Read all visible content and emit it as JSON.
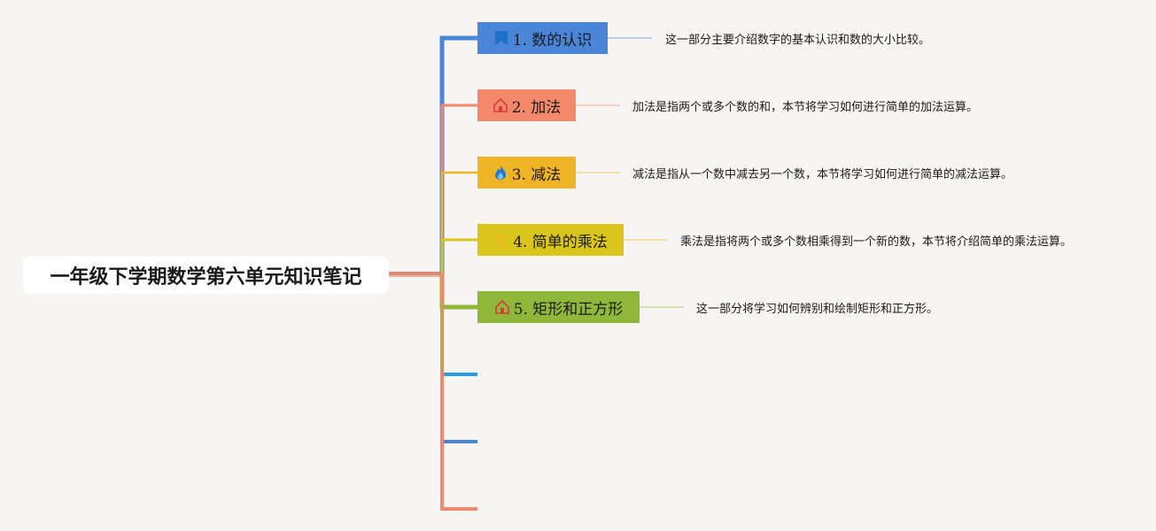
{
  "root": {
    "label": "一年级下学期数学第六单元知识笔记"
  },
  "topics": [
    {
      "label": "1. 数的认识",
      "icon": "bookmark-icon",
      "color": "#4a85d8",
      "note": "这一部分主要介绍数字的基本认识和数的大小比较。"
    },
    {
      "label": "2. 加法",
      "icon": "house-icon",
      "color": "#f3896a",
      "note": "加法是指两个或多个数的和，本节将学习如何进行简单的加法运算。"
    },
    {
      "label": "3. 减法",
      "icon": "flame-icon",
      "color": "#f0b427",
      "note": "减法是指从一个数中减去另一个数，本节将学习如何进行简单的减法运算。"
    },
    {
      "label": "4. 简单的乘法",
      "icon": "sun-icon",
      "color": "#dcc51b",
      "note": "乘法是指将两个或多个数相乘得到一个新的数，本节将介绍简单的乘法运算。"
    },
    {
      "label": "5. 矩形和正方形",
      "icon": "house-icon",
      "color": "#8fb83b",
      "note": "这一部分将学习如何辨别和绘制矩形和正方形。"
    }
  ],
  "empty_branch_colors": [
    "#2a9be0",
    "#4a85d8",
    "#f3896a"
  ],
  "colors": {
    "background": "#f7f5f4",
    "root_fill": "#ffffff",
    "root_link": "#e0876f"
  }
}
